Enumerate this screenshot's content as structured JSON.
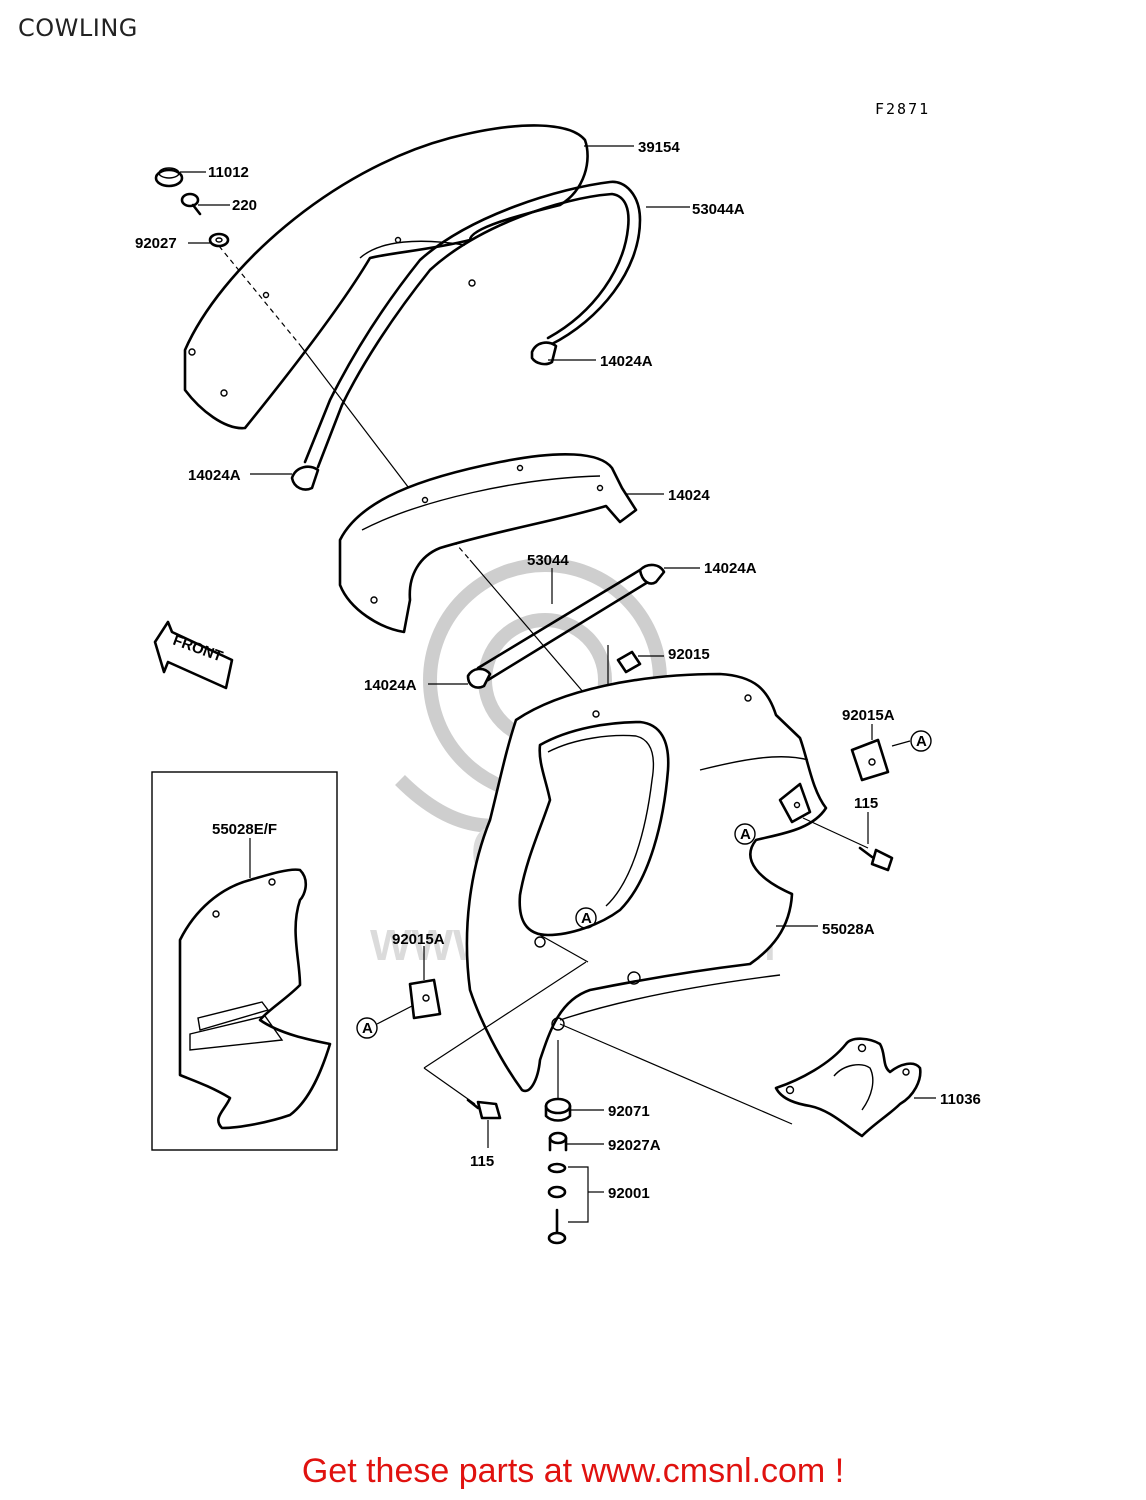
{
  "header": {
    "title": "COWLING",
    "figure_code": "F2871"
  },
  "labels": {
    "p39154": "39154",
    "p11012": "11012",
    "p220": "220",
    "p92027": "92027",
    "p53044A": "53044A",
    "p14024A_top": "14024A",
    "p14024A_left": "14024A",
    "p14024": "14024",
    "p53044": "53044",
    "p14024A_mid_right": "14024A",
    "p14024A_mid_left": "14024A",
    "p92015": "92015",
    "p92015A_right": "92015A",
    "p115_right": "115",
    "p55028EF": "55028E/F",
    "p55028A": "55028A",
    "p92015A_left": "92015A",
    "p11036": "11036",
    "p92071": "92071",
    "p92027A": "92027A",
    "p92001": "92001",
    "p115_bottom": "115"
  },
  "markers": {
    "ref_a": "A"
  },
  "front_arrow": "FRONT",
  "footer": {
    "text": "Get these parts at www.cmsnl.com !"
  },
  "colors": {
    "footer": "#e0120f",
    "line": "#000000"
  }
}
